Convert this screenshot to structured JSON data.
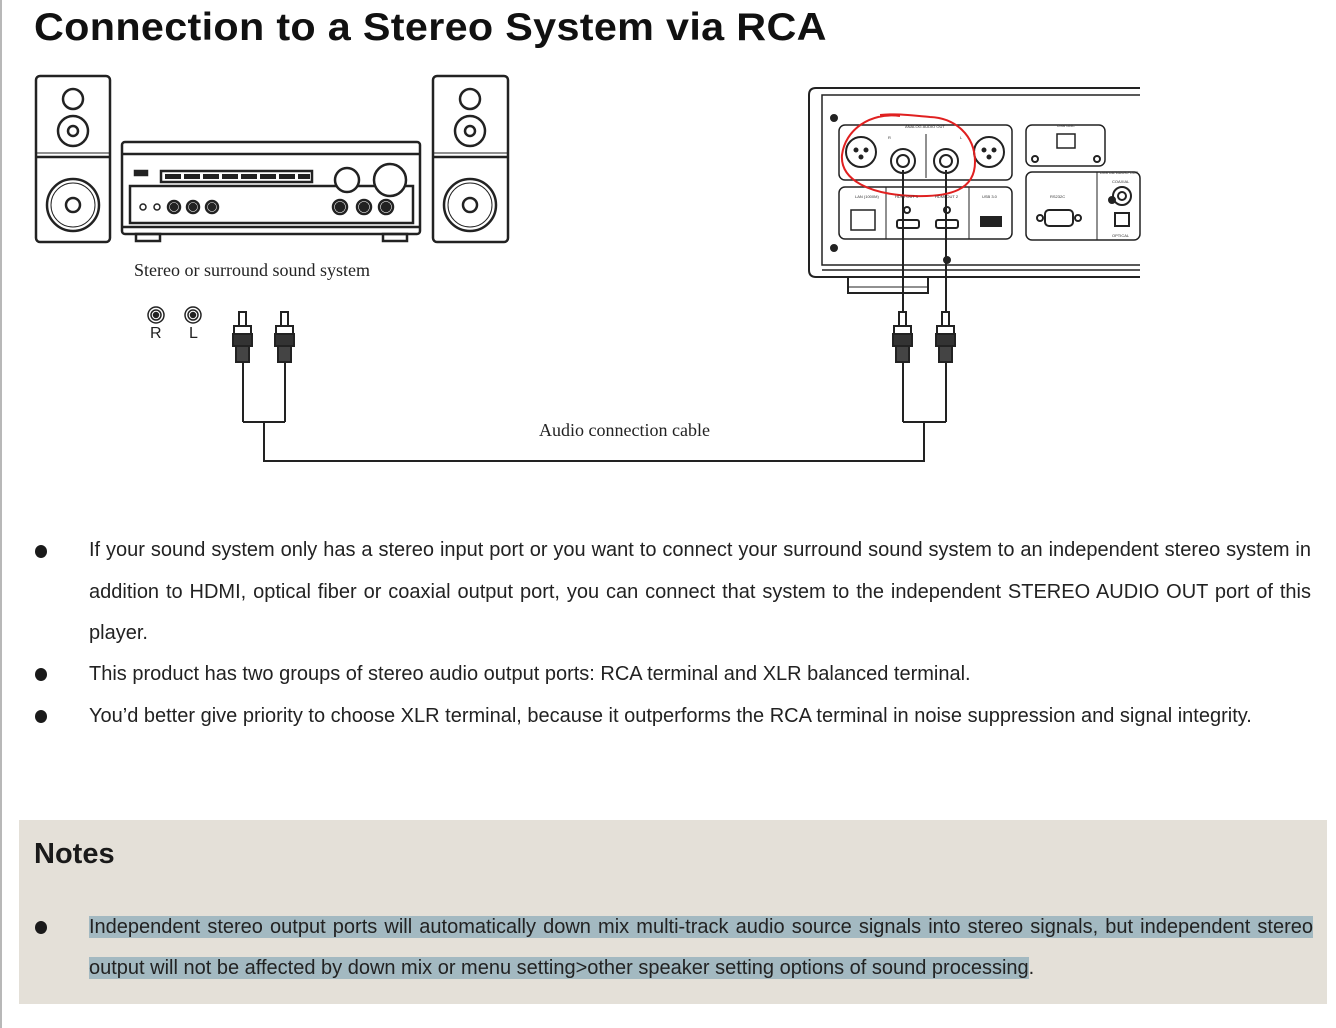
{
  "page": {
    "title": "Connection to a Stereo System via RCA"
  },
  "diagram": {
    "sound_system_caption": "Stereo or surround sound system",
    "cable_caption": "Audio connection cable",
    "jack_labels": [
      "R",
      "L"
    ],
    "annotation_color": "#e02020",
    "player_panel_labels": {
      "analog_audio_out": "ANALOG AUDIO OUT",
      "right": "R",
      "left": "L",
      "usb_dac": "USB DAC",
      "lan": "LAN (1000M)",
      "hdmi_out_1": "HDMI OUT 1",
      "hdmi_out_2": "HDMI OUT 2",
      "usb_3": "USB 3.0",
      "rs232c": "RS232C",
      "digital_audio_out": "DIGITAL AUDIO OUT",
      "coaxial": "COAXIAL",
      "optical": "OPTICAL"
    }
  },
  "bullets": [
    {
      "text": "If your sound system only has a stereo input port or you want to connect your surround sound system to an independent stereo system in addition to HDMI, optical fiber or coaxial output port, you can connect that system to the independent STEREO AUDIO OUT port of this player."
    },
    {
      "text": "This product has two groups of stereo audio output ports: RCA terminal and XLR balanced terminal."
    },
    {
      "text": "You’d better give priority to choose XLR terminal, because it outperforms the RCA terminal in noise suppression and signal integrity."
    }
  ],
  "notes": {
    "title": "Notes",
    "highlighted_text": "Independent stereo output ports will automatically down mix multi-track audio source signals into stereo signals, but independent stereo output will not be affected by down mix or menu setting>other speaker setting options of sound processing",
    "trailing_text": ".",
    "highlight_color": "#a3b9c1",
    "background_color": "#e4e0d8"
  }
}
